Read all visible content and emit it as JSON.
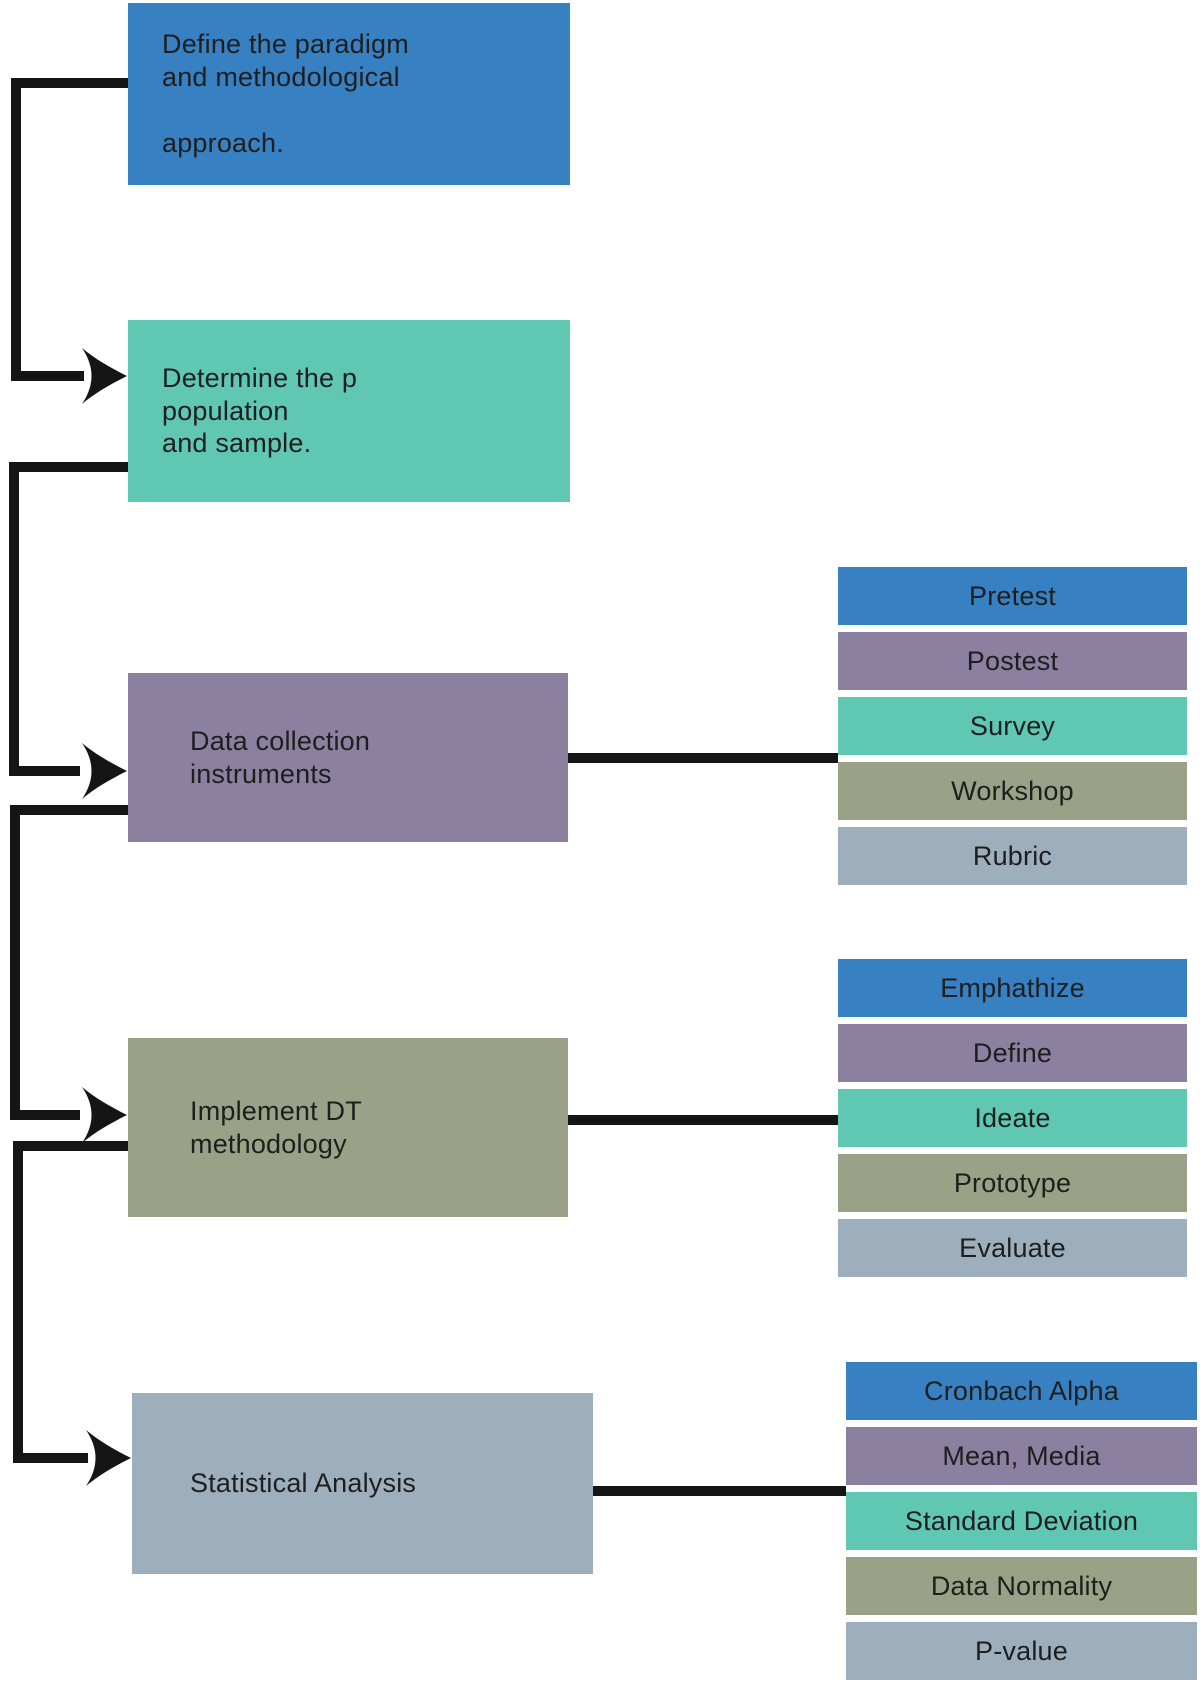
{
  "palette": {
    "blue": "#3781C3",
    "teal": "#5FC7B2",
    "purple": "#8B80A0",
    "olive": "#99A287",
    "slate": "#9DAEBD",
    "line": "#151515",
    "text": "#1e1e1e"
  },
  "flow": {
    "steps": [
      {
        "label": "Define the paradigm\nand methodological\n\napproach.",
        "color": "blue"
      },
      {
        "label": "Determine the p\npopulation\nand sample.",
        "color": "teal"
      },
      {
        "label": "Data collection\ninstruments",
        "color": "purple"
      },
      {
        "label": "Implement DT\nmethodology",
        "color": "olive"
      },
      {
        "label": "Statistical Analysis",
        "color": "slate"
      }
    ],
    "stacks": [
      {
        "items": [
          {
            "label": "Pretest",
            "color": "blue"
          },
          {
            "label": "Postest",
            "color": "purple"
          },
          {
            "label": "Survey",
            "color": "teal"
          },
          {
            "label": "Workshop",
            "color": "olive"
          },
          {
            "label": "Rubric",
            "color": "slate"
          }
        ]
      },
      {
        "items": [
          {
            "label": "Emphathize",
            "color": "blue"
          },
          {
            "label": "Define",
            "color": "purple"
          },
          {
            "label": "Ideate",
            "color": "teal"
          },
          {
            "label": "Prototype",
            "color": "olive"
          },
          {
            "label": "Evaluate",
            "color": "slate"
          }
        ]
      },
      {
        "items": [
          {
            "label": "Cronbach Alpha",
            "color": "blue"
          },
          {
            "label": "Mean, Media",
            "color": "purple"
          },
          {
            "label": "Standard Deviation",
            "color": "teal"
          },
          {
            "label": "Data Normality",
            "color": "olive"
          },
          {
            "label": "P-value",
            "color": "slate"
          }
        ]
      }
    ]
  }
}
